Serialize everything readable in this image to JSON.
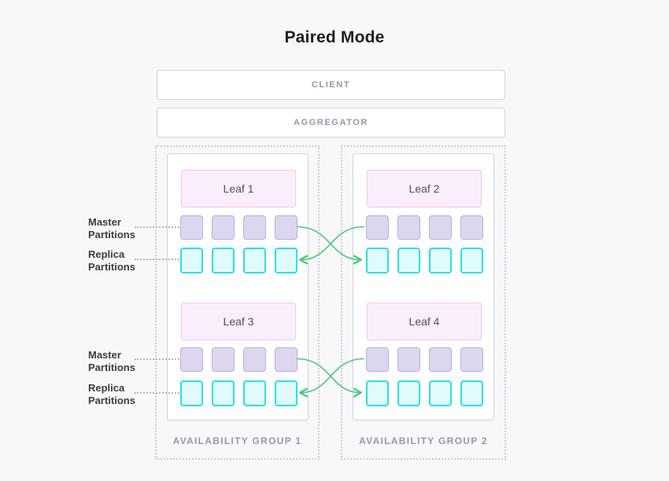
{
  "title": "Paired Mode",
  "tiers": [
    {
      "label": "CLIENT"
    },
    {
      "label": "AGGREGATOR"
    }
  ],
  "groups": [
    {
      "name": "AVAILABILITY GROUP 1",
      "leaves": [
        "Leaf 1",
        "Leaf 3"
      ]
    },
    {
      "name": "AVAILABILITY GROUP 2",
      "leaves": [
        "Leaf 2",
        "Leaf 4"
      ]
    }
  ],
  "partition_row_labels": {
    "master": "Master Partitions",
    "replica": "Replica Partitions"
  },
  "partitions": {
    "per_row": 4
  },
  "colors": {
    "background": "#f8f8fa",
    "muted_label": "#9597ad",
    "leaf_fill": "#fbeefc",
    "leaf_border": "#f3c6f1",
    "master_fill": "#dcd7ef",
    "master_border": "#b9aede",
    "replica_fill": "#e1fbfc",
    "replica_border": "#2bdfe8",
    "arrow": "#4cc97f"
  }
}
